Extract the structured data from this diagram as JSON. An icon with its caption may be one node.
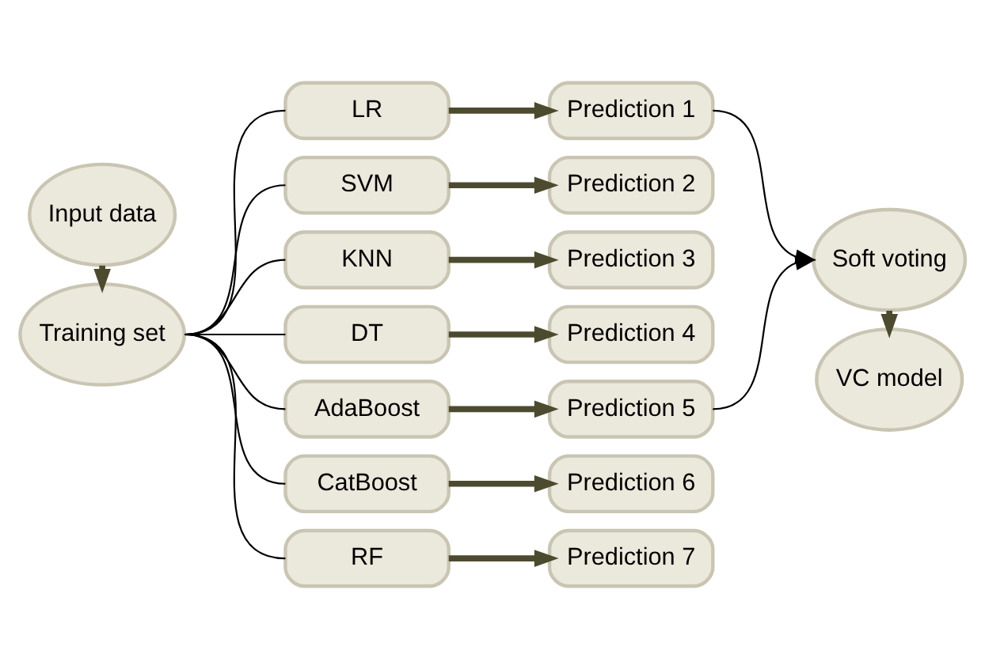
{
  "diagram": {
    "nodes": [
      {
        "text": [
          "Input data"
        ]
      },
      {
        "text": [
          "Training set"
        ]
      },
      {
        "text": [
          "LR"
        ]
      },
      {
        "text": [
          "SVM"
        ]
      },
      {
        "text": [
          "KNN"
        ]
      },
      {
        "text": [
          "DT"
        ]
      },
      {
        "text": [
          "AdaBoost"
        ]
      },
      {
        "text": [
          "CatBoost"
        ]
      },
      {
        "text": [
          "RF"
        ]
      },
      {
        "text": [
          "Prediction 1"
        ]
      },
      {
        "text": [
          "Prediction 2"
        ]
      },
      {
        "text": [
          "Prediction 3"
        ]
      },
      {
        "text": [
          "Prediction 4"
        ]
      },
      {
        "text": [
          "Prediction 5"
        ]
      },
      {
        "text": [
          "Prediction 6"
        ]
      },
      {
        "text": [
          "Prediction 7"
        ]
      },
      {
        "text": [
          "Soft voting"
        ]
      },
      {
        "text": [
          "VC model"
        ]
      }
    ],
    "edges": [
      {
        "from": 0,
        "to": 1,
        "arrow": "to",
        "style": "thick",
        "color": "#4d4b2f"
      },
      {
        "from": 1,
        "to": 2,
        "arrow": "none"
      },
      {
        "from": 1,
        "to": 3,
        "arrow": "none"
      },
      {
        "from": 1,
        "to": 4,
        "arrow": "none"
      },
      {
        "from": 1,
        "to": 5,
        "arrow": "none"
      },
      {
        "from": 1,
        "to": 6,
        "arrow": "none"
      },
      {
        "from": 1,
        "to": 7,
        "arrow": "none"
      },
      {
        "from": 1,
        "to": 8,
        "arrow": "none"
      },
      {
        "from": 2,
        "to": 9,
        "arrow": "to",
        "style": "thick",
        "color": "#4d4b2f"
      },
      {
        "from": 3,
        "to": 10,
        "arrow": "to",
        "style": "thick",
        "color": "#4d4b2f"
      },
      {
        "from": 4,
        "to": 11,
        "arrow": "to",
        "style": "thick",
        "color": "#4d4b2f"
      },
      {
        "from": 5,
        "to": 12,
        "arrow": "to",
        "style": "thick",
        "color": "#4d4b2f"
      },
      {
        "from": 6,
        "to": 13,
        "arrow": "to",
        "style": "thick",
        "color": "#4d4b2f"
      },
      {
        "from": 7,
        "to": 14,
        "arrow": "to",
        "style": "thick",
        "color": "#4d4b2f"
      },
      {
        "from": 8,
        "to": 15,
        "arrow": "to",
        "style": "thick",
        "color": "#4d4b2f"
      },
      {
        "from": 9,
        "to": 16,
        "arrow": "to"
      },
      {
        "from": 13,
        "to": 16,
        "arrow": "to"
      },
      {
        "from": 16,
        "to": 17,
        "arrow": "to",
        "style": "thick",
        "color": "#4d4b2f"
      }
    ]
  }
}
